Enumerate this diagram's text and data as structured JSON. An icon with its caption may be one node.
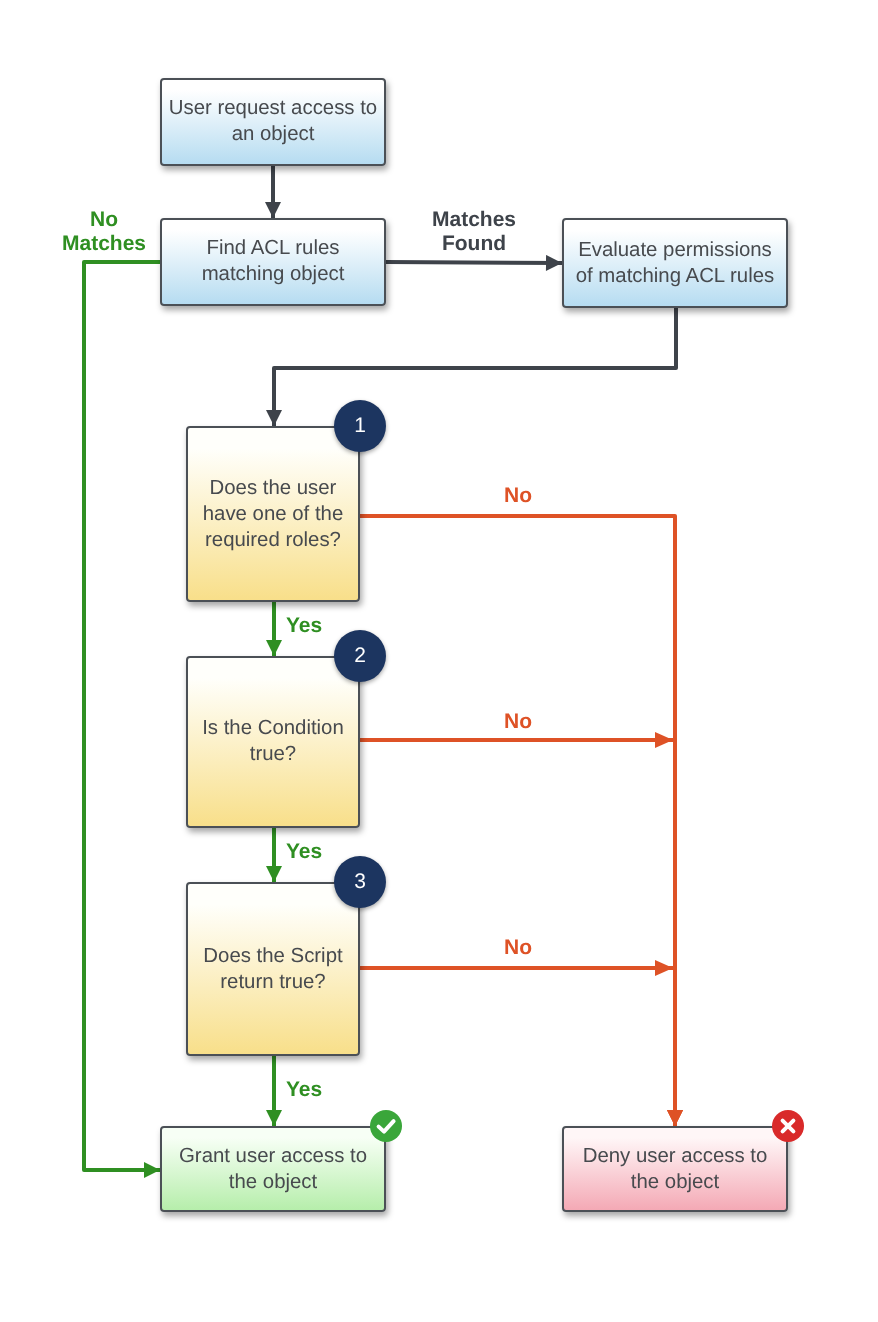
{
  "diagram": {
    "nodes": [
      {
        "text": [
          "User request access to an object"
        ]
      },
      {
        "text": [
          "Find ACL rules matching object"
        ]
      },
      {
        "text": [
          "Evaluate permissions of matching ACL rules"
        ]
      },
      {
        "text": [
          "Does the user have one of the required roles?"
        ]
      },
      {
        "text": [
          "1"
        ]
      },
      {
        "text": [
          "Is the Condition true?"
        ]
      },
      {
        "text": [
          "2"
        ]
      },
      {
        "text": [
          "Does the Script return true?"
        ]
      },
      {
        "text": [
          "3"
        ]
      },
      {
        "text": [
          "Grant user access to the object"
        ]
      },
      {
        "text": [
          "Deny user access to the object"
        ]
      }
    ],
    "edges": [
      {
        "from": 0,
        "to": 1,
        "arrow": "to"
      },
      {
        "from": 1,
        "to": 2,
        "arrow": "to",
        "label": "Matches Found"
      },
      {
        "from": 2,
        "to": 3,
        "arrow": "to"
      },
      {
        "from": 1,
        "to": 9,
        "arrow": "to",
        "label": "No Matches",
        "color": "#2f8f22"
      },
      {
        "from": 3,
        "to": 5,
        "arrow": "to",
        "label": "Yes",
        "color": "#2f8f22"
      },
      {
        "from": 5,
        "to": 7,
        "arrow": "to",
        "label": "Yes",
        "color": "#2f8f22"
      },
      {
        "from": 7,
        "to": 9,
        "arrow": "to",
        "label": "Yes",
        "color": "#2f8f22"
      },
      {
        "from": 3,
        "to": 10,
        "arrow": "to",
        "label": "No",
        "color": "#de5226"
      },
      {
        "from": 5,
        "to": 10,
        "arrow": "to",
        "label": "No",
        "color": "#de5226"
      },
      {
        "from": 7,
        "to": 10,
        "arrow": "to",
        "label": "No",
        "color": "#de5226"
      }
    ]
  }
}
